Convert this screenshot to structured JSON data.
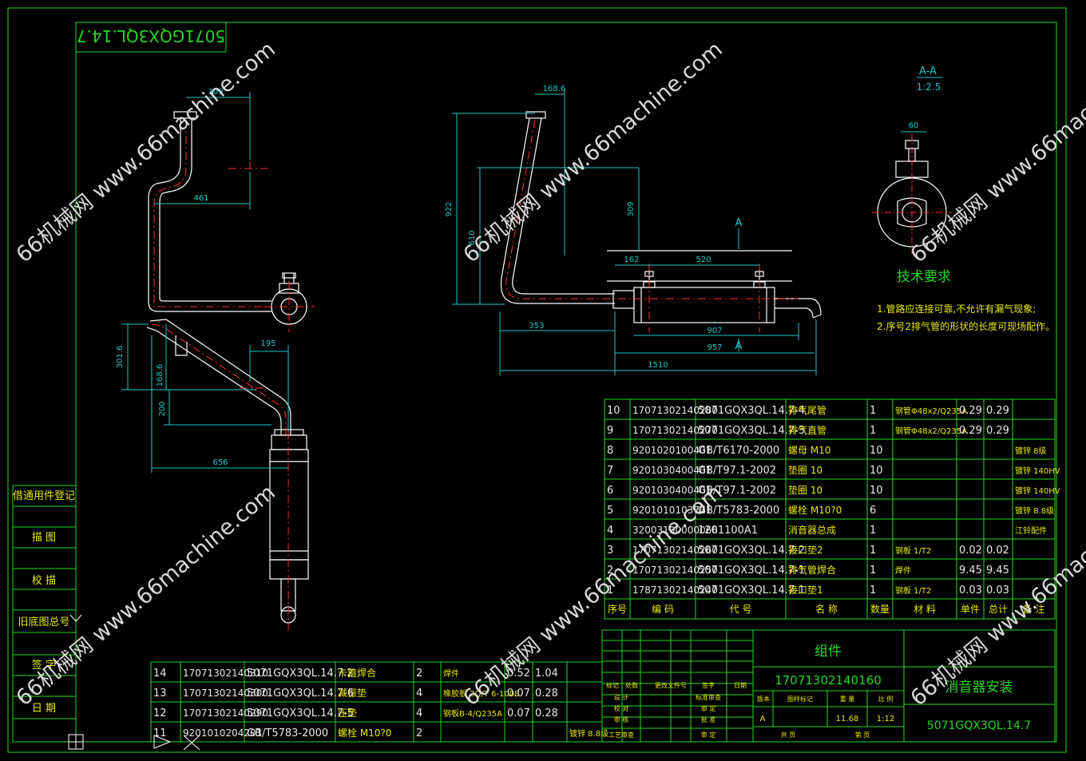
{
  "colors": {
    "frame": "#22d922",
    "part": "#ffffff",
    "centerline": "#ff3030",
    "dim": "#19c8c8",
    "note": "#e8e8e8",
    "yellow": "#e8e800",
    "watermark": "#d8d8d8",
    "label": "#22d922"
  },
  "header_code": "5071GQX3QL.14.7",
  "watermarks": [
    "66机械网 www.66machine.com",
    "66机械网 www.66machine.com",
    "66机械网 www.66machine.com",
    "66机械网 www.66machine.com",
    "66机械网 www.66machine.com",
    "66机械网 www.66machine.com",
    "66机械网 www.66machine.com",
    "66机械网 www.66machine.com"
  ],
  "left_panel": [
    "借通用件登记",
    "描 图",
    "校 描",
    "旧底图总号",
    "签 字",
    "日 期"
  ],
  "dims_left": {
    "d309": "309",
    "d461": "461",
    "d195": "195",
    "d3018": "301.6",
    "d1686": "168.6",
    "d200": "200",
    "d656": "656"
  },
  "dims_mid": {
    "d1686": "168.6",
    "d922": "922",
    "d610": "610",
    "d309": "309",
    "d162": "162",
    "d520": "520",
    "d353": "353",
    "d907": "907",
    "d957": "957",
    "d1510": "1510",
    "A_top": "A",
    "A_bot": "A"
  },
  "section": {
    "title": "A-A",
    "scale": "1:2.5",
    "d60": "60"
  },
  "tech": {
    "title": "技术要求",
    "lines": [
      "1.管路应连接可靠,不允许有漏气现象;",
      "2.序号2排气管的形状的长度可现场配作。"
    ]
  },
  "bom_main": [
    [
      "10",
      "17071302140280",
      "5071GQX3QL.14.7-4",
      "排气尾管",
      "1",
      "钢管Φ48x2/Q235A",
      "0.29",
      "0.29",
      ""
    ],
    [
      "9",
      "17071302140270",
      "5071GQX3QL.14.7-3",
      "排气直管",
      "1",
      "钢管Φ48x2/Q235A",
      "0.29",
      "0.29",
      ""
    ],
    [
      "8",
      "9201020100401",
      "GB/T6170-2000",
      "螺母 M10",
      "10",
      "",
      "",
      "",
      "镀锌 8级"
    ],
    [
      "7",
      "9201030400401",
      "GB/T97.1-2002",
      "垫圈 10",
      "10",
      "",
      "",
      "",
      "镀锌 140HV"
    ],
    [
      "6",
      "9201030400401",
      "GB/T97.1-2002",
      "垫圈 10",
      "10",
      "",
      "",
      "",
      "镀锌 140HV"
    ],
    [
      "5",
      "9201010103701",
      "GB/T5783-2000",
      "螺栓 M10?0",
      "6",
      "",
      "",
      "",
      "镀锌 8.8级"
    ],
    [
      "4",
      "32003100000066",
      "1201100A1",
      "消音器总成",
      "1",
      "",
      "",
      "",
      "江铃配件"
    ],
    [
      "3",
      "17071302140260",
      "5071GQX3QL.14.7-2",
      "接口垫2",
      "1",
      "钢板 1/T2",
      "0.02",
      "0.02",
      ""
    ],
    [
      "2",
      "17071302140250",
      "5071GQX3QL.14.7-1",
      "排气管焊合",
      "1",
      "焊件",
      "9.45",
      "9.45",
      ""
    ],
    [
      "1",
      "17871302140240",
      "5071GQX3QL.14.7-1",
      "接口垫1",
      "1",
      "钢板 1/T2",
      "0.03",
      "0.03",
      ""
    ]
  ],
  "bom_head": [
    "序号",
    "编 码",
    "代 号",
    "名 称",
    "数量",
    "材 料",
    "单件",
    "总计",
    "备 注"
  ],
  "bom_head_sub": "重 量",
  "bom_lower": [
    [
      "14",
      "17071302140310",
      "5071GQX3QL.14.7.2",
      "卡箍焊合",
      "2",
      "焊件",
      "0.52",
      "1.04",
      ""
    ],
    [
      "13",
      "17071302140300",
      "5071GQX3QL.14.7-6",
      "减振垫",
      "4",
      "橡胶板 2Q/T 6-1008",
      "0.07",
      "0.28",
      ""
    ],
    [
      "12",
      "17071302140290",
      "5071GQX3QL.14.7-5",
      "压垫",
      "4",
      "钢板B-4/Q235A",
      "0.07",
      "0.28",
      ""
    ],
    [
      "11",
      "9201010204201",
      "GB/T5783-2000",
      "螺栓 M10?0",
      "2",
      "",
      "",
      "",
      "镀锌 8.8级"
    ]
  ],
  "title_block": {
    "group": "组件",
    "code": "17071302140160",
    "name": "消音器安装",
    "drawing_no": "5071GQX3QL.14.7",
    "weight": "11.68",
    "scale": "1:12",
    "stage": "A",
    "labels": {
      "biaoji": "标记",
      "chushu": "处数",
      "gengai": "更改文件号",
      "qianzi": "签字",
      "riqi": "日期",
      "sheji": "设 计",
      "jiaodui": "校 对",
      "shenhe": "审 核",
      "gongyi": "工艺审查",
      "biaozhun": "标准审查",
      "pizhun": "审 定",
      "pichu": "批 准",
      "banben": "版本",
      "tuyang": "图样标记",
      "zhongliang": "重 量",
      "bili": "比 例",
      "gong": "共 页",
      "di": "第 页"
    }
  }
}
